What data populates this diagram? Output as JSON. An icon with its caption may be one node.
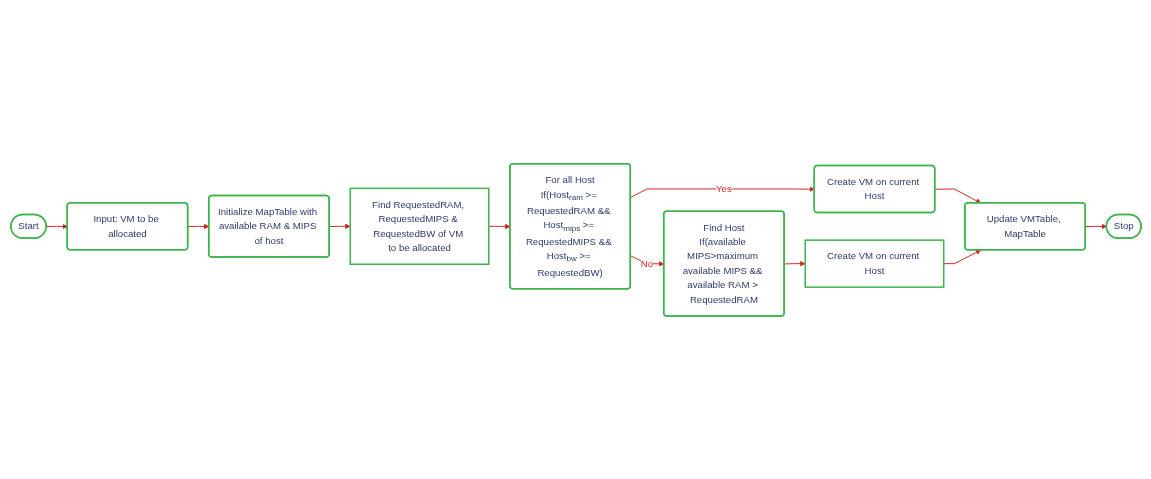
{
  "diagram": {
    "nodes": [
      {
        "text": [
          "Start"
        ]
      },
      {
        "text": [
          "Input: VM to be allocated"
        ]
      },
      {
        "text": [
          "Initialize MapTable with available RAM & MIPS of host"
        ]
      },
      {
        "text": [
          "Find RequestedRAM, RequestedMIPS & RequestedBW of VM to be allocated"
        ]
      },
      {
        "text": [
          "For all Host",
          "If(Host$_{ram}$ >= RequestedRAM && Host$_{mips}$ >= RequestedMIPS && Host$_{bw}$ >= RequestedBW)"
        ]
      },
      {
        "text": [
          "Create VM on current Host"
        ]
      },
      {
        "text": [
          "Find Host",
          "If(available MIPS>maximum available MIPS && available RAM > RequestedRAM"
        ]
      },
      {
        "text": [
          "Create VM on current Host"
        ]
      },
      {
        "text": [
          "Update VMTable, MapTable"
        ]
      },
      {
        "text": [
          "Stop"
        ]
      }
    ],
    "edges": [
      {
        "from": 0,
        "to": 1,
        "arrow": "to"
      },
      {
        "from": 1,
        "to": 2,
        "arrow": "to"
      },
      {
        "from": 2,
        "to": 3,
        "arrow": "to"
      },
      {
        "from": 3,
        "to": 4,
        "arrow": "to"
      },
      {
        "from": 4,
        "to": 5,
        "arrow": "to",
        "label": "Yes"
      },
      {
        "from": 4,
        "to": 6,
        "arrow": "to",
        "label": "No"
      },
      {
        "from": 6,
        "to": 7,
        "arrow": "to"
      },
      {
        "from": 5,
        "to": 8,
        "arrow": "to"
      },
      {
        "from": 7,
        "to": 8,
        "arrow": "to"
      },
      {
        "from": 8,
        "to": 9,
        "arrow": "to"
      }
    ]
  }
}
